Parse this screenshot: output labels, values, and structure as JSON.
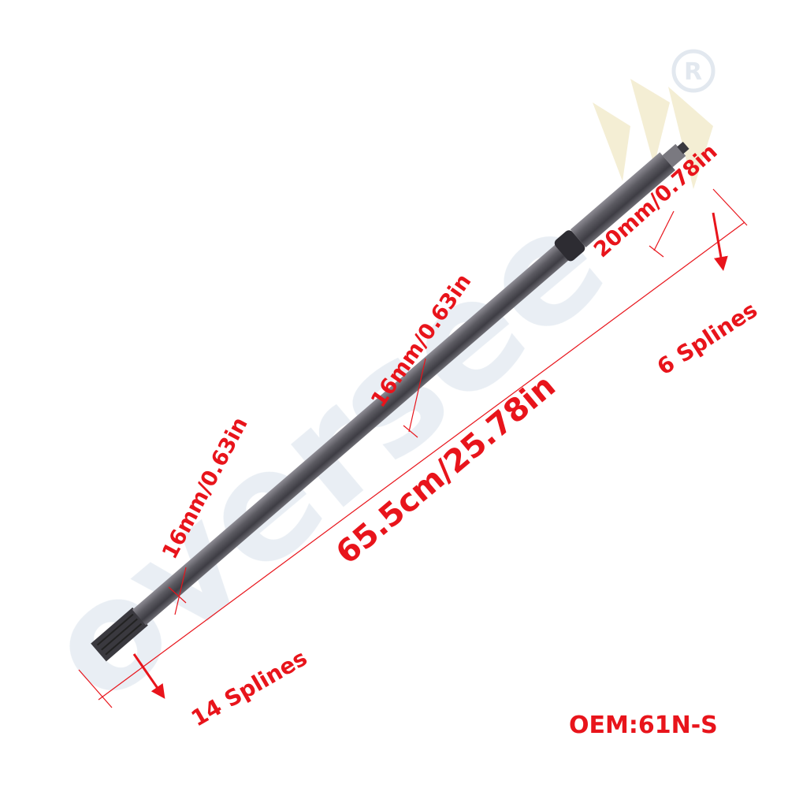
{
  "watermark": {
    "brand": "oversee",
    "registered_mark": "®"
  },
  "annotations": {
    "total_length": "65.5cm/25.78in",
    "diameter_left": "16mm/0.63in",
    "diameter_middle": "16mm/0.63in",
    "diameter_right": "20mm/0.78in",
    "splines_left": "14 Splines",
    "splines_right": "6 Splines",
    "oem": "OEM:61N-S"
  },
  "colors": {
    "annotation": "#e8141b",
    "shaft": "#5b5a60",
    "watermark": "#dfe6ee"
  }
}
